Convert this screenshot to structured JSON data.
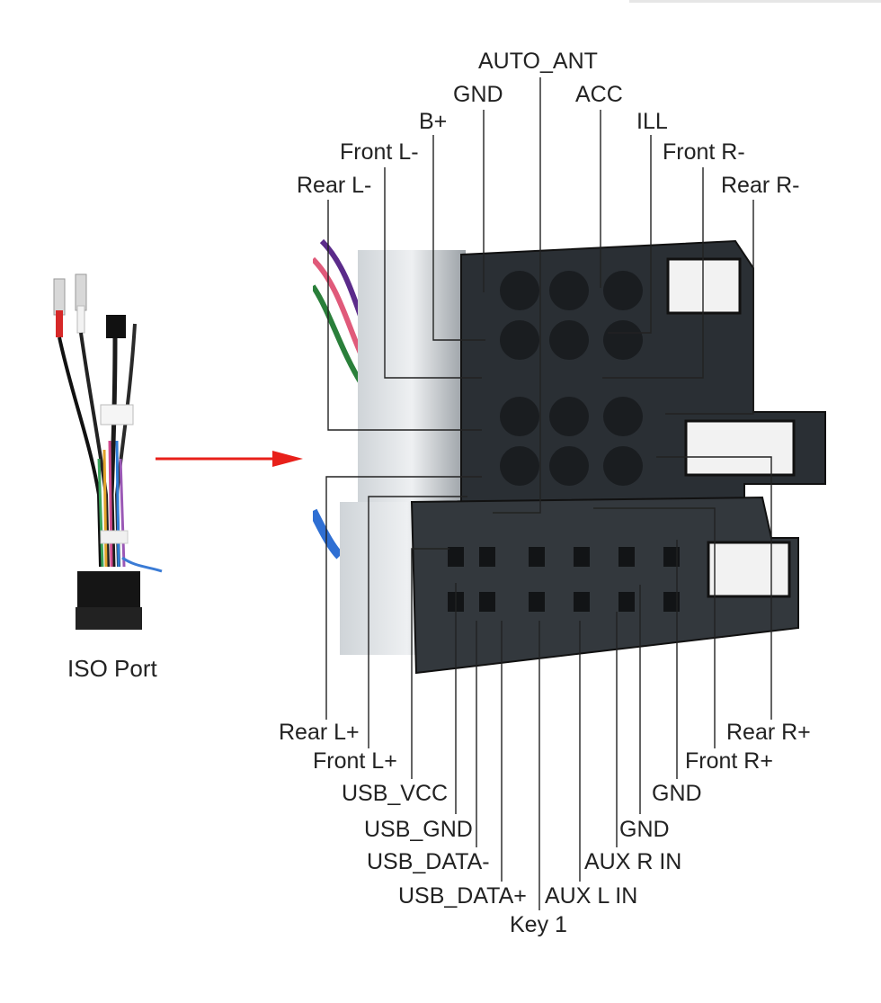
{
  "port_label": "ISO Port",
  "top_labels": [
    {
      "id": "auto-ant",
      "text": "AUTO_ANT"
    },
    {
      "id": "gnd-top",
      "text": "GND"
    },
    {
      "id": "acc",
      "text": "ACC"
    },
    {
      "id": "b-plus",
      "text": "B+"
    },
    {
      "id": "ill",
      "text": "ILL"
    },
    {
      "id": "front-l-minus",
      "text": "Front L-"
    },
    {
      "id": "front-r-minus",
      "text": "Front R-"
    },
    {
      "id": "rear-l-minus",
      "text": "Rear L-"
    },
    {
      "id": "rear-r-minus",
      "text": "Rear R-"
    }
  ],
  "bottom_labels": [
    {
      "id": "rear-l-plus",
      "text": "Rear L+"
    },
    {
      "id": "rear-r-plus",
      "text": "Rear R+"
    },
    {
      "id": "front-l-plus",
      "text": "Front L+"
    },
    {
      "id": "front-r-plus",
      "text": "Front R+"
    },
    {
      "id": "usb-vcc",
      "text": "USB_VCC"
    },
    {
      "id": "gnd-1",
      "text": "GND"
    },
    {
      "id": "usb-gnd",
      "text": "USB_GND"
    },
    {
      "id": "gnd-2",
      "text": "GND"
    },
    {
      "id": "usb-data-minus",
      "text": "USB_DATA-"
    },
    {
      "id": "aux-r-in",
      "text": "AUX R IN"
    },
    {
      "id": "usb-data-plus",
      "text": "USB_DATA+"
    },
    {
      "id": "aux-l-in",
      "text": "AUX L IN"
    },
    {
      "id": "key-1",
      "text": "Key 1"
    }
  ],
  "colors": {
    "arrow": "#e8201a",
    "connector": "#1f2428",
    "line": "#222222"
  }
}
